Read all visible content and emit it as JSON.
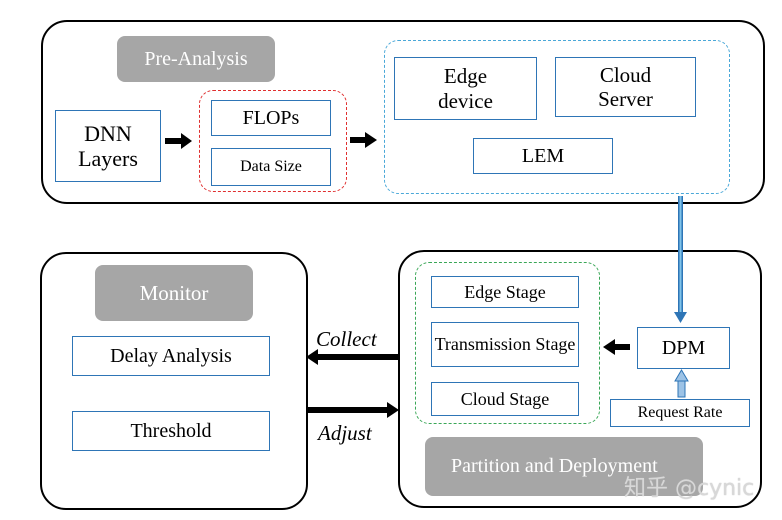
{
  "pre_analysis": {
    "title": "Pre-Analysis",
    "dnn_layers": "DNN Layers",
    "flops": "FLOPs",
    "data_size": "Data Size",
    "edge_device": "Edge device",
    "cloud_server": "Cloud Server",
    "lem": "LEM"
  },
  "monitor": {
    "title": "Monitor",
    "delay_analysis": "Delay Analysis",
    "threshold": "Threshold"
  },
  "links": {
    "collect": "Collect",
    "adjust": "Adjust"
  },
  "partition": {
    "title": "Partition and Deployment",
    "edge_stage": "Edge Stage",
    "transmission_stage": "Transmission Stage",
    "cloud_stage": "Cloud Stage",
    "dpm": "DPM",
    "request_rate": "Request Rate"
  },
  "watermark": "知乎 @cynic",
  "colors": {
    "box_border": "#2e75b6",
    "gray_fill": "#a6a6a6",
    "red_dash": "#e03030",
    "blue_dash": "#4aa8d8",
    "green_dash": "#3aa757",
    "arrow_blue": "#2e75b6"
  }
}
